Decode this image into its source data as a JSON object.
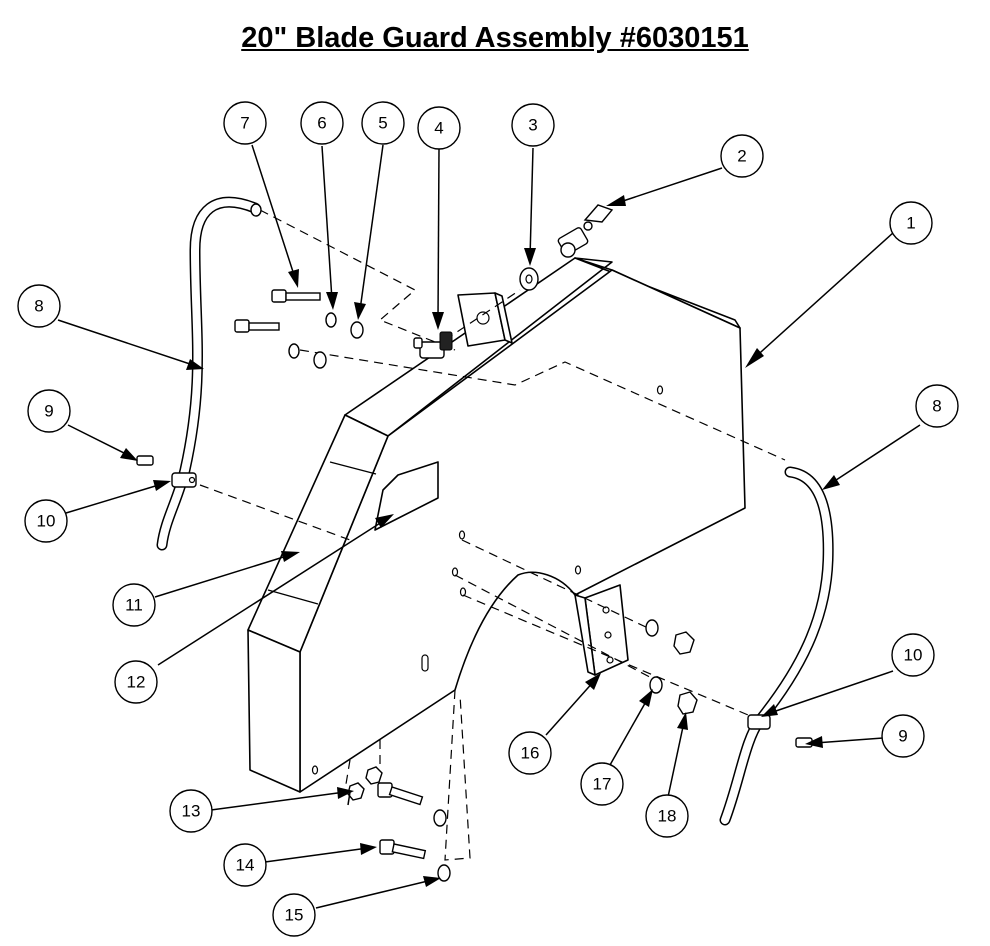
{
  "title": "20\" Blade Guard Assembly #6030151",
  "balloons": [
    {
      "label": "1"
    },
    {
      "label": "2"
    },
    {
      "label": "3"
    },
    {
      "label": "4"
    },
    {
      "label": "5"
    },
    {
      "label": "6"
    },
    {
      "label": "7"
    },
    {
      "label": "8"
    },
    {
      "label": "8"
    },
    {
      "label": "9"
    },
    {
      "label": "9"
    },
    {
      "label": "10"
    },
    {
      "label": "10"
    },
    {
      "label": "11"
    },
    {
      "label": "12"
    },
    {
      "label": "13"
    },
    {
      "label": "14"
    },
    {
      "label": "15"
    },
    {
      "label": "16"
    },
    {
      "label": "17"
    },
    {
      "label": "18"
    }
  ]
}
